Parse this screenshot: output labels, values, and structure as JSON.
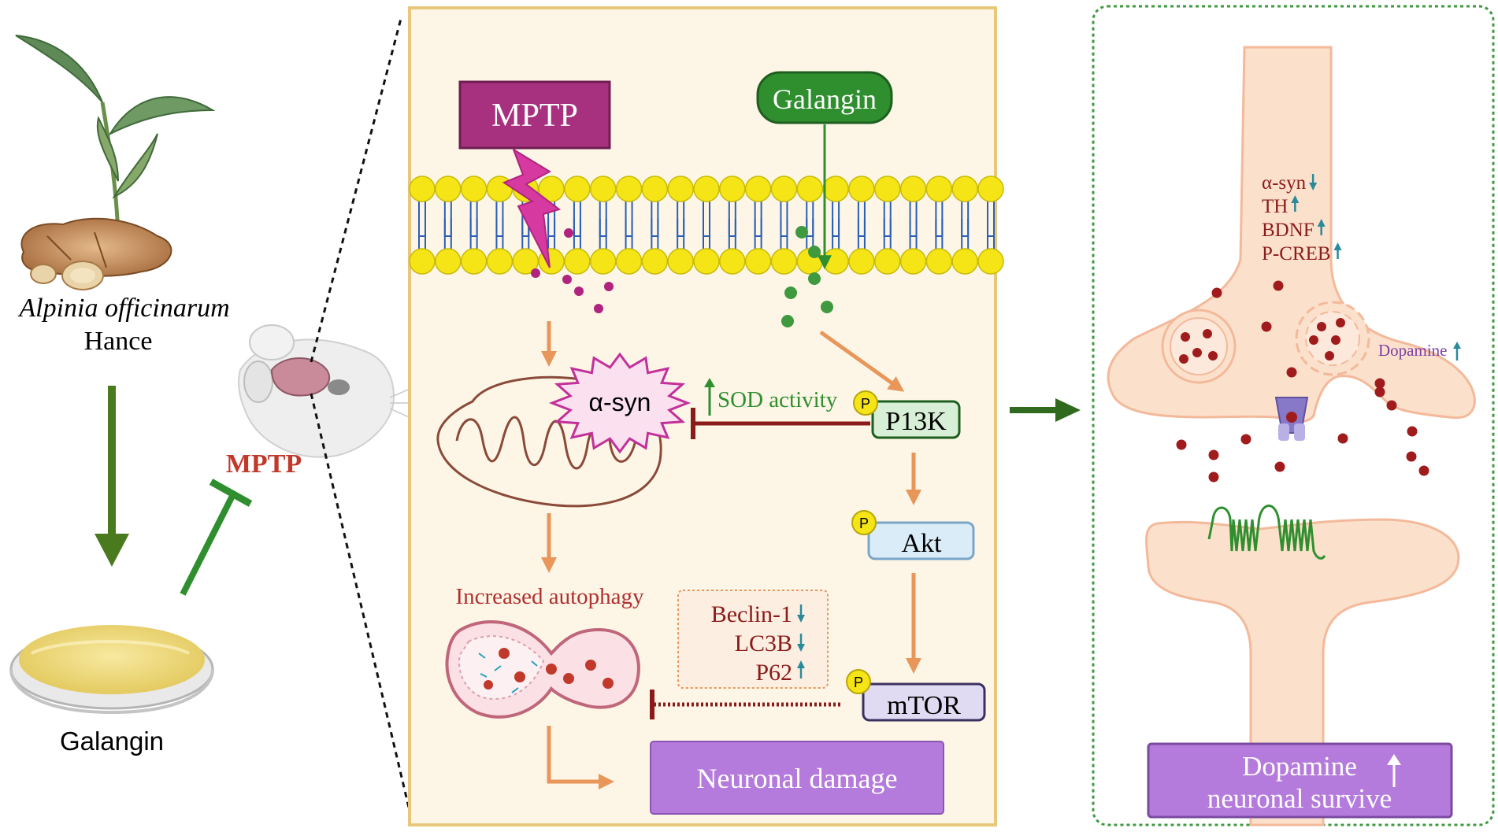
{
  "left": {
    "plant_name_italic": "Alpinia officinarum",
    "plant_name_rest": "Hance",
    "compound_label": "Galangin",
    "inhibited_label": "MPTP"
  },
  "middle": {
    "mptp_box": "MPTP",
    "galangin_box": "Galangin",
    "asyn_label": "α-syn",
    "sod_label": "SOD activity",
    "p_badge": "P",
    "pi3k_label": "P13K",
    "akt_label": "Akt",
    "mtor_label": "mTOR",
    "autophagy_label": "Increased autophagy",
    "markers": [
      {
        "name": "Beclin-1",
        "dir": "down"
      },
      {
        "name": "LC3B",
        "dir": "down"
      },
      {
        "name": "P62",
        "dir": "up"
      }
    ],
    "damage_label": "Neuronal damage"
  },
  "right": {
    "markers": [
      {
        "name": "α-syn",
        "dir": "down"
      },
      {
        "name": "TH",
        "dir": "up"
      },
      {
        "name": "BDNF",
        "dir": "up"
      },
      {
        "name": "P-CREB",
        "dir": "up"
      }
    ],
    "dopamine_label": "Dopamine",
    "outcome_line1": "Dopamine",
    "outcome_line2": "neuronal  survive"
  },
  "colors": {
    "mptp": "#a8317f",
    "galangin_green": "#2f8f2f",
    "dark_green_arrow": "#4a7a1e",
    "orange_arrow": "#e8965a",
    "inhibit_red": "#8b1a1a",
    "marker_red": "#8b1a1a",
    "up_down_teal": "#2a8a9a",
    "purple_box": "#b57bdc",
    "panel_bg": "#fdf6e6",
    "panel_border": "#e8c77a",
    "membrane_yellow": "#f5e516",
    "synapse_fill": "#fbe1cc",
    "dopamine_dot": "#a01c1c"
  }
}
